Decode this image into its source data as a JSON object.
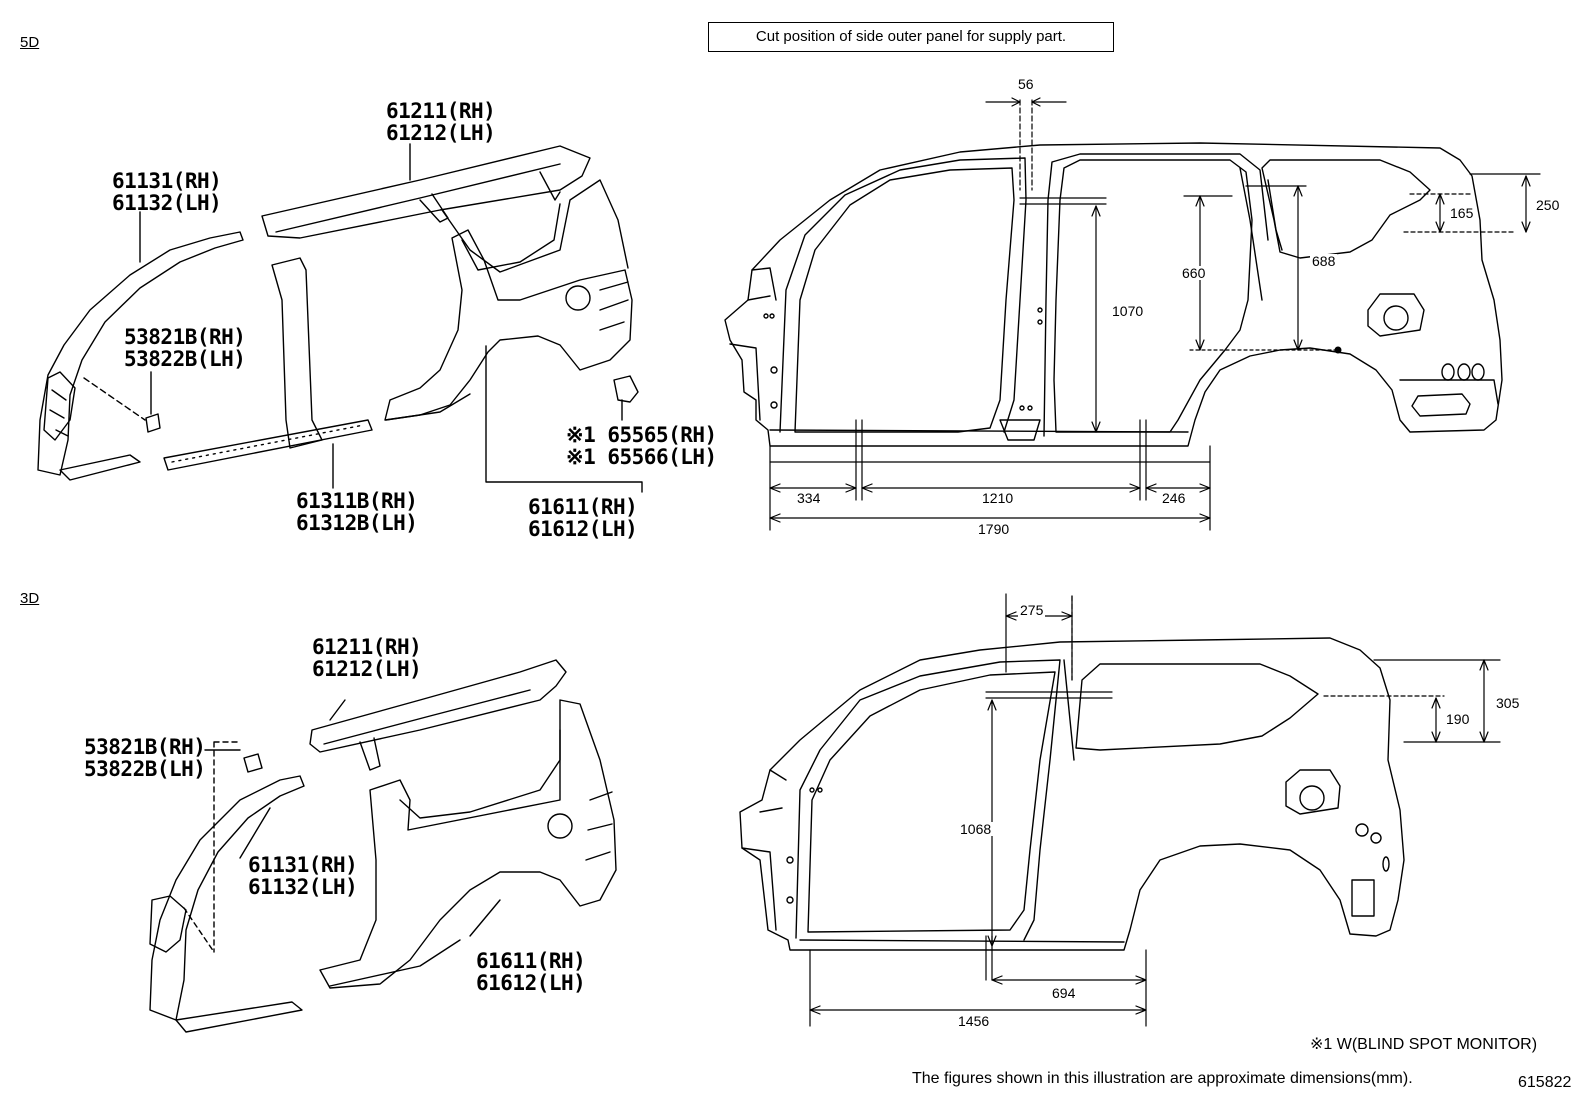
{
  "banner": "Cut position of side outer panel for supply part.",
  "sections": {
    "five_door": "5D",
    "three_door": "3D"
  },
  "five_door_parts": {
    "roof_side_rh": "61211(RH)",
    "roof_side_lh": "61212(LH)",
    "front_pillar_rh": "61131(RH)",
    "front_pillar_lh": "61132(LH)",
    "bracket_rh": "53821B(RH)",
    "bracket_lh": "53822B(LH)",
    "rocker_rh": "61311B(RH)",
    "rocker_lh": "61312B(LH)",
    "bsm_rh": "※1 65565(RH)",
    "bsm_lh": "※1 65566(LH)",
    "quarter_rh": "61611(RH)",
    "quarter_lh": "61612(LH)"
  },
  "three_door_parts": {
    "roof_side_rh": "61211(RH)",
    "roof_side_lh": "61212(LH)",
    "bracket_rh": "53821B(RH)",
    "bracket_lh": "53822B(LH)",
    "front_pillar_rh": "61131(RH)",
    "front_pillar_lh": "61132(LH)",
    "quarter_rh": "61611(RH)",
    "quarter_lh": "61612(LH)"
  },
  "five_door_dims": {
    "d56": "56",
    "d1070": "1070",
    "d660": "660",
    "d688": "688",
    "d165": "165",
    "d250": "250",
    "d334": "334",
    "d1210": "1210",
    "d246": "246",
    "d1790": "1790"
  },
  "three_door_dims": {
    "d275": "275",
    "d190": "190",
    "d305": "305",
    "d1068": "1068",
    "d694": "694",
    "d1456": "1456"
  },
  "footnote_1": "※1 W(BLIND SPOT MONITOR)",
  "footnote_2": "The figures shown in this illustration are approximate dimensions(mm).",
  "figure_id": "615822"
}
